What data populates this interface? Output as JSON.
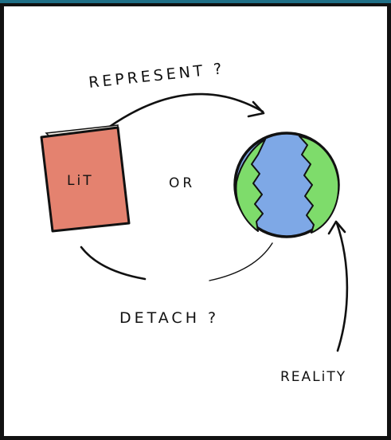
{
  "labels": {
    "represent": "REPRESENT ?",
    "detach": "DETACH ?",
    "lit": "LiT",
    "or": "OR",
    "reality": "REALiTY"
  },
  "colors": {
    "book": "#e4826f",
    "book_pages": "#f4efe8",
    "ocean": "#7ea8e6",
    "land": "#7edc6b",
    "ink": "#111111",
    "frame_accent": "#1f6f86"
  }
}
